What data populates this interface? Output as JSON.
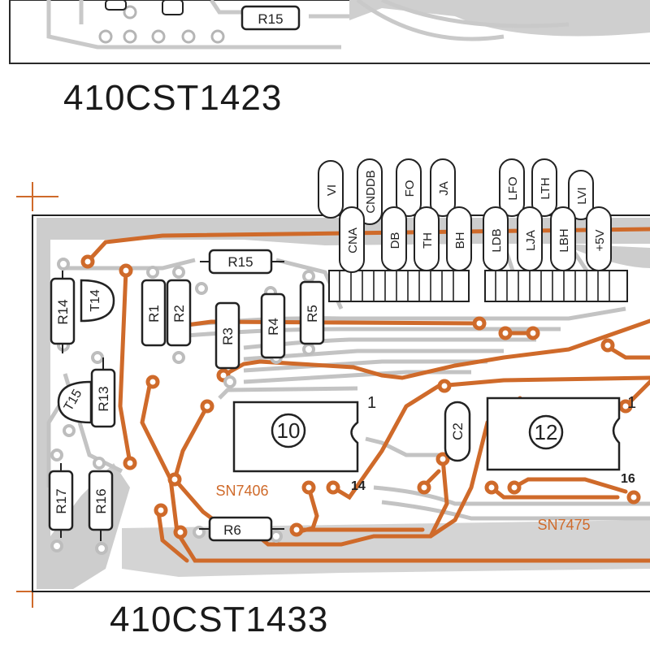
{
  "top_board": {
    "code": "410CST1423",
    "resistors": [
      "R15"
    ]
  },
  "bottom_board": {
    "code": "410CST1433",
    "resistors": [
      "R15",
      "R14",
      "R1",
      "R2",
      "R3",
      "R4",
      "R5",
      "R13",
      "R17",
      "R16",
      "R6"
    ],
    "transistors": [
      "T14",
      "T15"
    ],
    "capacitors": [
      "C2"
    ],
    "ics": [
      {
        "number": "10",
        "part": "SN7406",
        "pin_a": "1",
        "pin_b": "14"
      },
      {
        "number": "12",
        "part": "SN7475",
        "pin_a": "1",
        "pin_b": "16"
      }
    ],
    "connector_pins_left_top": [
      "VI",
      "CNDDB",
      "FO",
      "JA"
    ],
    "connector_pins_left_bottom": [
      "CNA",
      "DB",
      "TH",
      "BH"
    ],
    "connector_pins_right_top": [
      "LFO",
      "LTH",
      "LVI"
    ],
    "connector_pins_right_bottom": [
      "LDB",
      "LJA",
      "LBH",
      "+5V"
    ]
  },
  "colors": {
    "trace": "#cf6a2a",
    "copper_gray": "#c9c9c9",
    "outline": "#222222",
    "background": "#ffffff"
  }
}
